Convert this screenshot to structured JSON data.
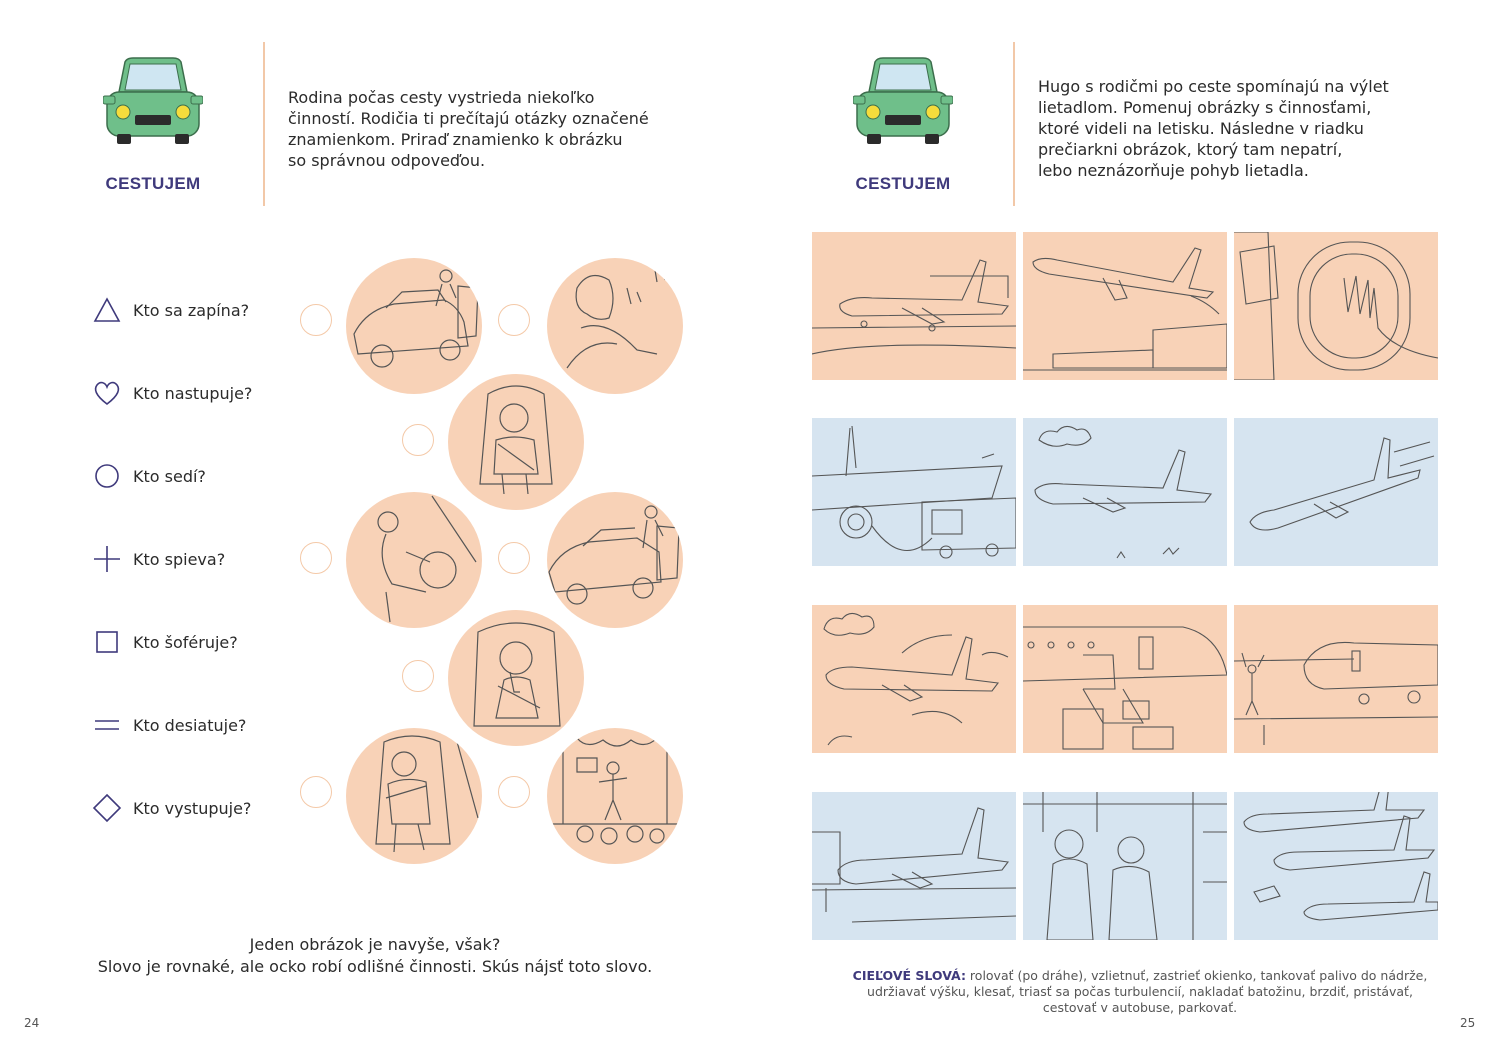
{
  "left": {
    "badge_label": "CESTUJEM",
    "instructions": [
      "Rodina počas cesty vystrieda niekoľko",
      "činností. Rodičia ti prečítajú otázky označené",
      "znamienkom. Priraď znamienko k obrázku",
      "so správnou odpoveďou."
    ],
    "questions": [
      {
        "symbol": "triangle-icon",
        "text": "Kto sa zapína?"
      },
      {
        "symbol": "heart-icon",
        "text": "Kto nastupuje?"
      },
      {
        "symbol": "circle-icon",
        "text": "Kto sedí?"
      },
      {
        "symbol": "plus-icon",
        "text": "Kto spieva?"
      },
      {
        "symbol": "square-icon",
        "text": "Kto šoféruje?"
      },
      {
        "symbol": "equals-icon",
        "text": "Kto desiatuje?"
      },
      {
        "symbol": "diamond-icon",
        "text": "Kto vystupuje?"
      }
    ],
    "footer": [
      "Jeden obrázok je navyše, však?",
      "Slovo je rovnaké, ale ocko robí odlišné činnosti. Skús nájsť toto slovo."
    ],
    "page_number": "24"
  },
  "right": {
    "badge_label": "CESTUJEM",
    "instructions": [
      "Hugo s rodičmi po ceste spomínajú na výlet",
      "lietadlom. Pomenuj obrázky s činnosťami,",
      "ktoré videli na letisku. Následne v riadku",
      "prečiarkni obrázok, ktorý tam nepatrí,",
      "lebo neznázorňuje pohyb lietadla."
    ],
    "target_title": "CIEĽOVÉ SLOVÁ:",
    "target_lines": [
      " rolovať (po dráhe), vzlietnuť, zastrieť okienko, tankovať palivo do nádrže,",
      "udržiavať výšku, klesať, triasť sa počas turbulencií, nakladať batožinu, brzdiť, pristávať,",
      "cestovať v autobuse, parkovať."
    ],
    "page_number": "25"
  },
  "colors": {
    "peach": "#f8d2b7",
    "blue": "#d6e4f0",
    "accent": "#3f3a7c",
    "line": "#f2c8a8",
    "car": "#6fbf8a"
  }
}
